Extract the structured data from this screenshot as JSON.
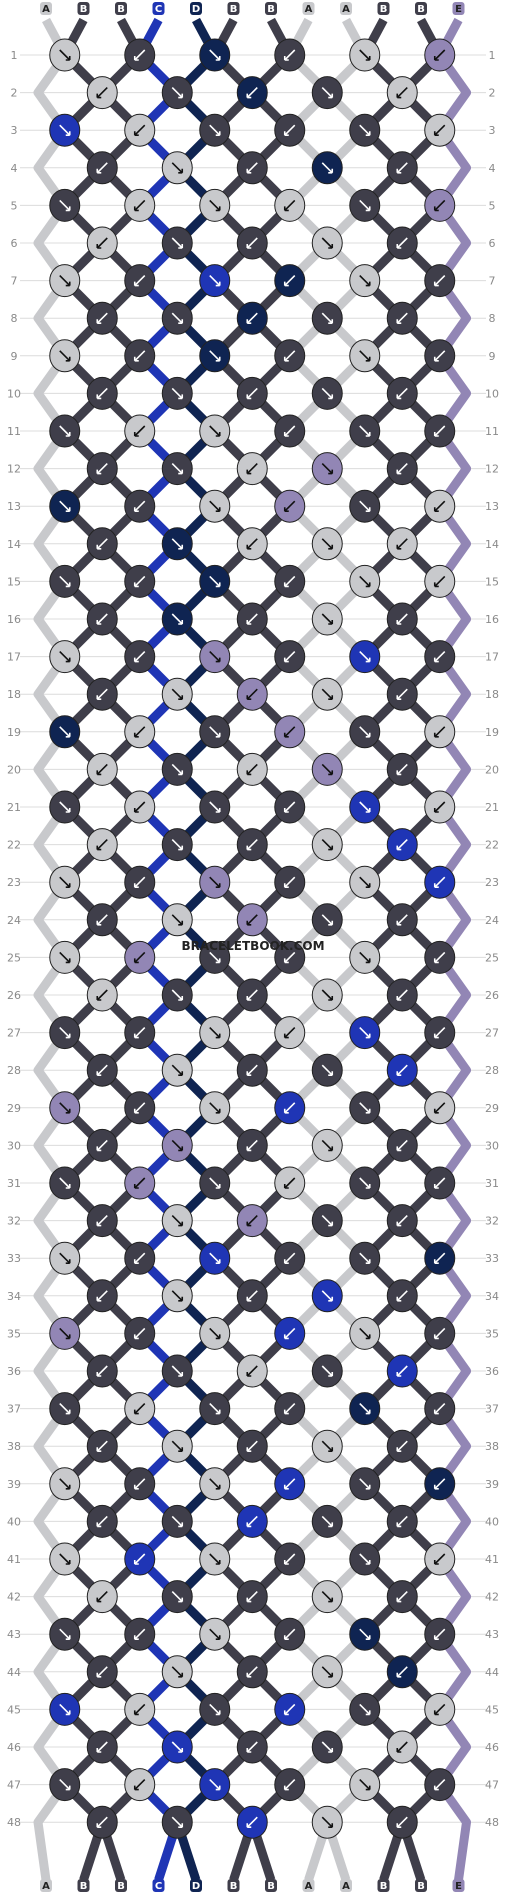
{
  "pattern": {
    "watermark": "BRACELETBOOK.COM",
    "columns_top": [
      "A",
      "B",
      "B",
      "C",
      "D",
      "B",
      "B",
      "A",
      "A",
      "B",
      "B",
      "E"
    ],
    "columns_bottom": [
      "A",
      "B",
      "B",
      "C",
      "D",
      "B",
      "B",
      "A",
      "A",
      "B",
      "B",
      "E"
    ],
    "row_count": 48,
    "colors": {
      "A": "#c8c9cc",
      "B": "#3f3e4a",
      "C": "#1f35b5",
      "D": "#0f2452",
      "E": "#9286b5"
    },
    "knot_rows": [
      "AB-DB-AE",
      "AB-DB-AB",
      "CA-BB-BA",
      "B-AB-DB-B",
      "B-AA-AB-EB",
      "AB-BA-BE",
      "AB-CD-AB-E",
      "B-BD-BB-B",
      "AB-DB-AB",
      "BB-B-BB",
      "B-A-AB-B",
      "BB-AE-BA",
      "DB-AE-BA",
      "BD-AA-AB",
      "BBD-BA-AB",
      "BD-BA-BB",
      "A-BE-B-C",
      "BA-EA-BB",
      "DA-BE-BA",
      "AB-AE-BB",
      "BA-BB-CA",
      "AB-BA-CB",
      "AB-EB-AC",
      "BA-EB-BB",
      "AE-BB-AB",
      "AB-BA-BB",
      "BB-AA-CB",
      "BA-BB-CB",
      "EB-AC-BA",
      "BE-BA-BA",
      "BE-BA-BB",
      "BA-EB-BD",
      "AB-CB-BD",
      "BA-BC-BB",
      "EB-AC-AB",
      "BB-AB-CB",
      "BA-BB-DB",
      "BA-BA-BD",
      "AB-AC-BD",
      "BB-C-BB-B",
      "AC-AB-BA",
      "AB-B-AB-A",
      "BB-AB-DB",
      "BA-BA-DA",
      "CA-BC-BA",
      "BC-BB-AB",
      "BA-C-BA-B",
      "BB-C-A-B"
    ]
  }
}
